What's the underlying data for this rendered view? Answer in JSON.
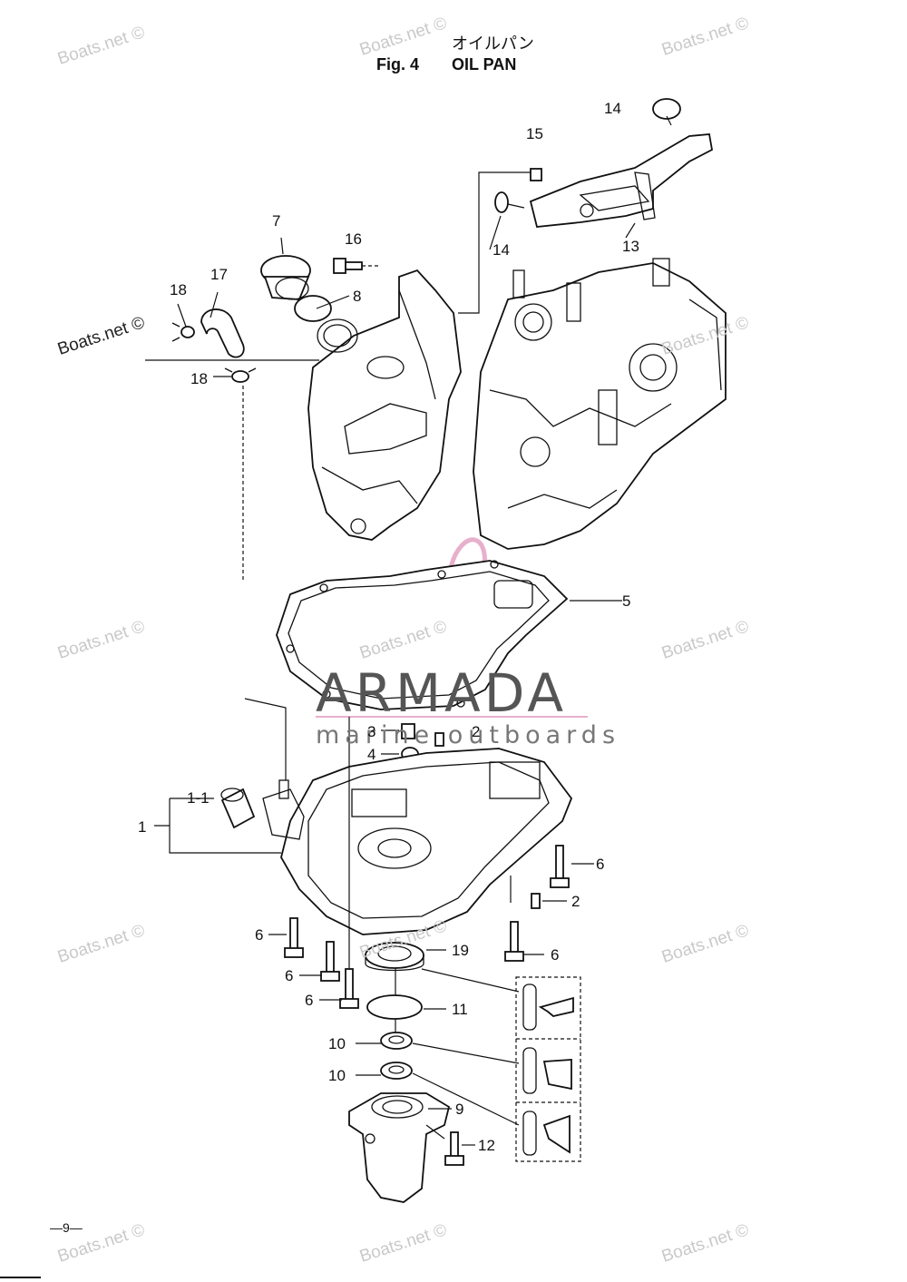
{
  "header": {
    "title_jp": "オイルパン",
    "fig_number": "Fig. 4",
    "fig_title": "OIL PAN"
  },
  "callouts": {
    "p1": "1",
    "p1_1": "1-1",
    "p2a": "2",
    "p2b": "2",
    "p3": "3",
    "p4": "4",
    "p5": "5",
    "p6a": "6",
    "p6b": "6",
    "p6c": "6",
    "p6d": "6",
    "p6e": "6",
    "p7": "7",
    "p8": "8",
    "p9": "9",
    "p10a": "10",
    "p10b": "10",
    "p11": "11",
    "p12": "12",
    "p13": "13",
    "p14a": "14",
    "p14b": "14",
    "p15": "15",
    "p16": "16",
    "p17": "17",
    "p18a": "18",
    "p18b": "18",
    "p19": "19"
  },
  "watermarks": {
    "site": "Boats.net ©",
    "brand": "ARMADA",
    "brand_sub": "marine outboards"
  },
  "footer": {
    "page_number": "—9—"
  },
  "colors": {
    "line": "#111111",
    "logo_pink": "#e3a3c4",
    "logo_dark": "#c94f93",
    "watermark": "#c9c9c9"
  }
}
